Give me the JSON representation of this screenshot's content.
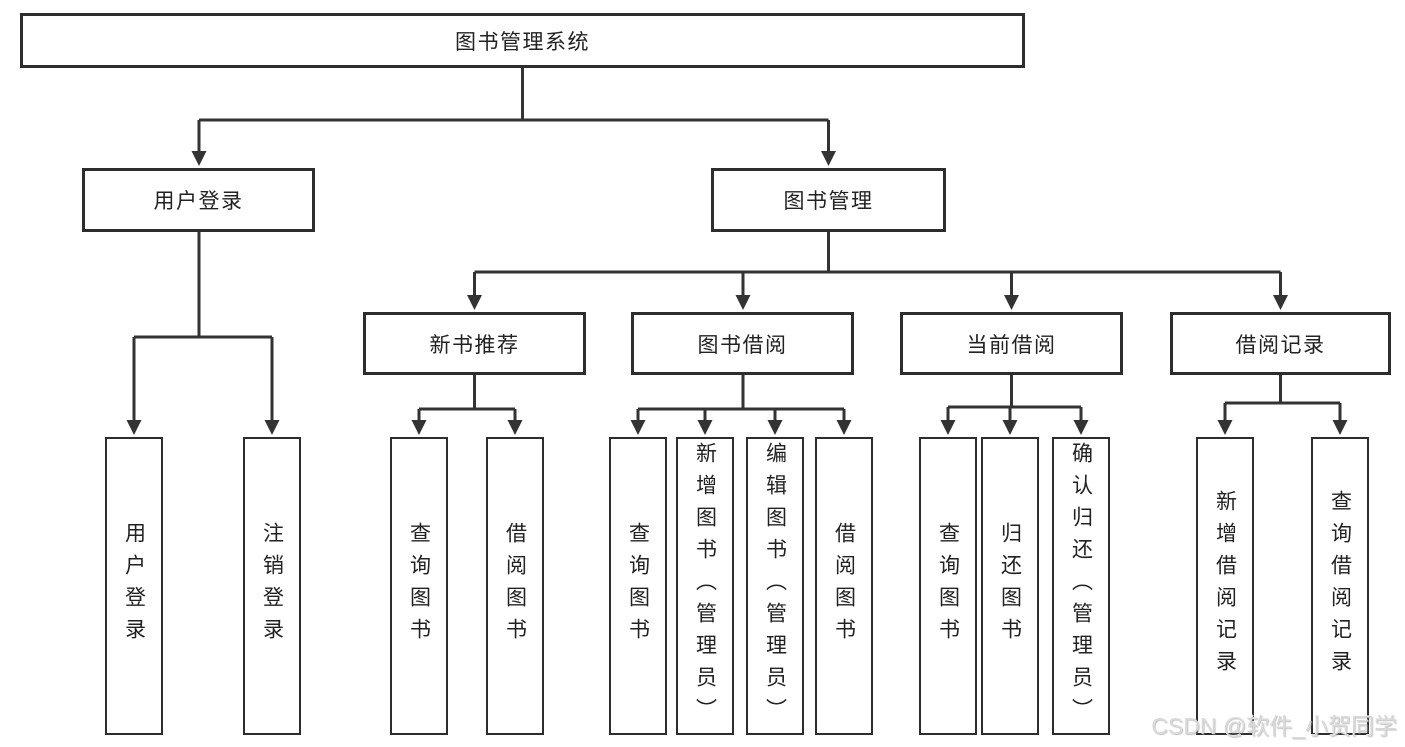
{
  "colors": {
    "line": "#333333",
    "box_border": "#2d2d2d",
    "text": "#222222",
    "background": "#ffffff",
    "watermark": "#dadada"
  },
  "nodes": {
    "root": {
      "label": "图书管理系统"
    },
    "user_login": {
      "label": "用户登录"
    },
    "book_mgmt": {
      "label": "图书管理"
    },
    "new_book": {
      "label": "新书推荐"
    },
    "borrow": {
      "label": "图书借阅"
    },
    "current": {
      "label": "当前借阅"
    },
    "record": {
      "label": "借阅记录"
    },
    "leaf_user_login": {
      "label": "用户登录"
    },
    "leaf_logout": {
      "label": "注销登录"
    },
    "leaf_nb_query": {
      "label": "查询图书"
    },
    "leaf_nb_borrow": {
      "label": "借阅图书"
    },
    "leaf_bb_query": {
      "label": "查询图书"
    },
    "leaf_bb_add": {
      "label": "新增图书（管理员）"
    },
    "leaf_bb_edit": {
      "label": "编辑图书（管理员）"
    },
    "leaf_bb_borrow": {
      "label": "借阅图书"
    },
    "leaf_cb_query": {
      "label": "查询图书"
    },
    "leaf_cb_return": {
      "label": "归还图书"
    },
    "leaf_cb_confirm": {
      "label": "确认归还（管理员）"
    },
    "leaf_br_add": {
      "label": "新增借阅记录"
    },
    "leaf_br_query": {
      "label": "查询借阅记录"
    }
  },
  "edges": [
    {
      "from": "root",
      "to": "user_login"
    },
    {
      "from": "root",
      "to": "book_mgmt"
    },
    {
      "from": "user_login",
      "to": "leaf_user_login"
    },
    {
      "from": "user_login",
      "to": "leaf_logout"
    },
    {
      "from": "book_mgmt",
      "to": "new_book"
    },
    {
      "from": "book_mgmt",
      "to": "borrow"
    },
    {
      "from": "book_mgmt",
      "to": "current"
    },
    {
      "from": "book_mgmt",
      "to": "record"
    },
    {
      "from": "new_book",
      "to": "leaf_nb_query"
    },
    {
      "from": "new_book",
      "to": "leaf_nb_borrow"
    },
    {
      "from": "borrow",
      "to": "leaf_bb_query"
    },
    {
      "from": "borrow",
      "to": "leaf_bb_add"
    },
    {
      "from": "borrow",
      "to": "leaf_bb_edit"
    },
    {
      "from": "borrow",
      "to": "leaf_bb_borrow"
    },
    {
      "from": "current",
      "to": "leaf_cb_query"
    },
    {
      "from": "current",
      "to": "leaf_cb_return"
    },
    {
      "from": "current",
      "to": "leaf_cb_confirm"
    },
    {
      "from": "record",
      "to": "leaf_br_add"
    },
    {
      "from": "record",
      "to": "leaf_br_query"
    }
  ],
  "watermark": {
    "text": "CSDN @软件_小贺同学"
  }
}
